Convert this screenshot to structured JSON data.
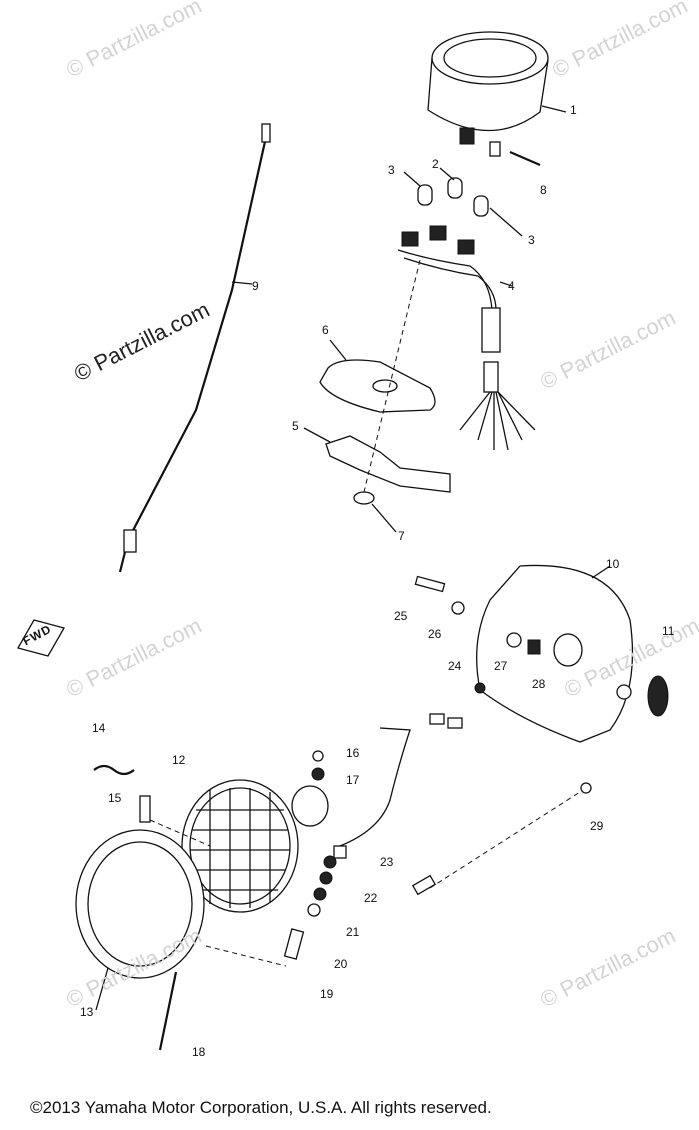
{
  "watermark": {
    "text": "© Partzilla.com"
  },
  "callouts": {
    "c1": "1",
    "c2": "2",
    "c3a": "3",
    "c3b": "3",
    "c4": "4",
    "c5": "5",
    "c6": "6",
    "c7": "7",
    "c8": "8",
    "c9": "9",
    "c10": "10",
    "c11": "11",
    "c12": "12",
    "c13": "13",
    "c14": "14",
    "c15": "15",
    "c16": "16",
    "c17": "17",
    "c18": "18",
    "c19": "19",
    "c20": "20",
    "c21": "21",
    "c22": "22",
    "c23": "23",
    "c24": "24",
    "c25": "25",
    "c26": "26",
    "c27": "27",
    "c28": "28",
    "c29": "29"
  },
  "fwd_label": "FWD",
  "copyright": "©2013  Yamaha Motor Corporation, U.S.A. All rights reserved."
}
